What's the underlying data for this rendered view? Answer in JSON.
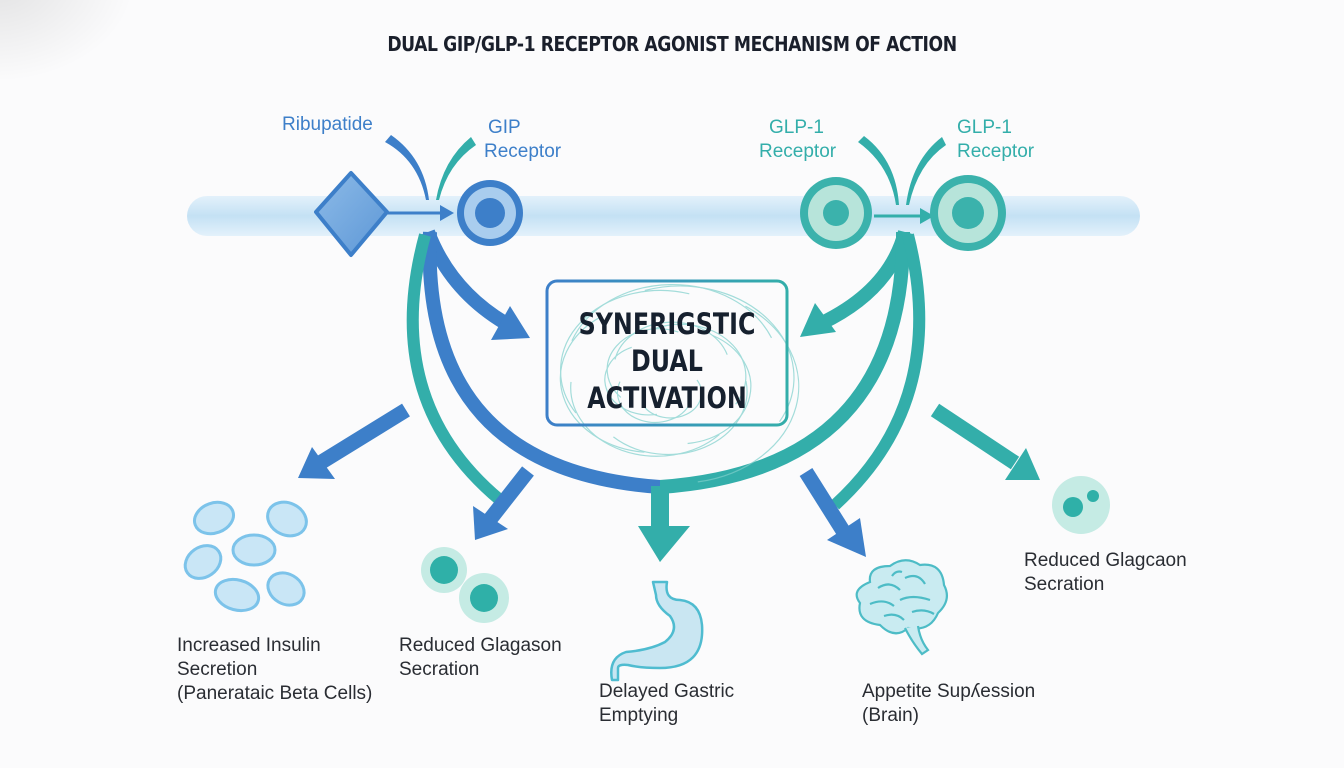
{
  "title": "DUAL GIP/GLP-1 RECEPTOR AGONIST MECHANISM OF ACTION",
  "membrane": {
    "agonist": {
      "label": "Ribupatide",
      "icon": "diamond-molecule-icon",
      "color": "#3d7fc9"
    },
    "receptors": [
      {
        "label_line1": "GIP",
        "label_line2": "Receptor",
        "color": "#3d7fc9"
      },
      {
        "label_line1": "GLP-1",
        "label_line2": "Receptor",
        "color": "#33aeaa"
      },
      {
        "label_line1": "GLP-1",
        "label_line2": "Receptor",
        "color": "#33aeaa"
      }
    ]
  },
  "center": {
    "lines": [
      "SYNERIGSTIC",
      "DUAL",
      "ACTIVATION"
    ]
  },
  "effects": [
    {
      "lines": [
        "Increased Insulin",
        "Secretion",
        "(Panerataic Beta Cells)"
      ],
      "icon": "beta-cells-icon"
    },
    {
      "lines": [
        "Reduced Glagason",
        "Secration"
      ],
      "icon": "alpha-cells-icon"
    },
    {
      "lines": [
        "Delayed Gastric",
        "Emptying"
      ],
      "icon": "stomach-icon"
    },
    {
      "lines": [
        "Appetite Supʎession",
        "(Brain)"
      ],
      "icon": "brain-icon"
    },
    {
      "lines": [
        "Reduced Glagcaon",
        "Secration"
      ],
      "icon": "cell-icon"
    }
  ],
  "colors": {
    "blue": "#3d7fc9",
    "teal": "#33aeaa",
    "light_blue": "#c9e6f6",
    "light_teal": "#bfe7e0",
    "membrane": "#cfe7f7",
    "text_dark": "#1a1f2b"
  }
}
